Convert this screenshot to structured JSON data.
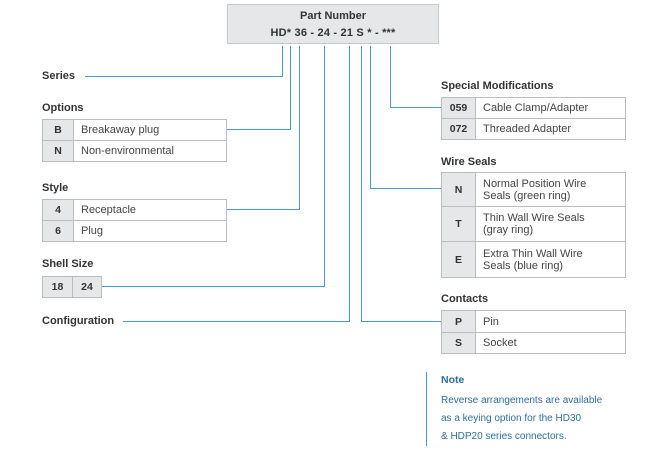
{
  "part_number": {
    "title": "Part Number",
    "code": "HD* 36 - 24 - 21 S * - ***"
  },
  "series": {
    "label": "Series"
  },
  "options": {
    "heading": "Options",
    "rows": [
      {
        "code": "B",
        "desc": "Breakaway plug"
      },
      {
        "code": "N",
        "desc": "Non-environmental"
      }
    ]
  },
  "style": {
    "heading": "Style",
    "rows": [
      {
        "code": "4",
        "desc": "Receptacle"
      },
      {
        "code": "6",
        "desc": "Plug"
      }
    ]
  },
  "shell_size": {
    "heading": "Shell Size",
    "values": [
      "18",
      "24"
    ]
  },
  "configuration": {
    "label": "Configuration"
  },
  "special_modifications": {
    "heading": "Special Modifications",
    "rows": [
      {
        "code": "059",
        "desc": "Cable Clamp/Adapter"
      },
      {
        "code": "072",
        "desc": "Threaded Adapter"
      }
    ]
  },
  "wire_seals": {
    "heading": "Wire Seals",
    "rows": [
      {
        "code": "N",
        "desc1": "Normal Position Wire",
        "desc2": "Seals (green ring)"
      },
      {
        "code": "T",
        "desc1": "Thin Wall Wire Seals",
        "desc2": "(gray ring)"
      },
      {
        "code": "E",
        "desc1": "Extra Thin Wall Wire",
        "desc2": "Seals (blue ring)"
      }
    ]
  },
  "contacts": {
    "heading": "Contacts",
    "rows": [
      {
        "code": "P",
        "desc": "Pin"
      },
      {
        "code": "S",
        "desc": "Socket"
      }
    ]
  },
  "note": {
    "title": "Note",
    "lines": [
      "Reverse arrangements are available",
      "as a keying option for the HD30",
      "& HDP20 series connectors."
    ]
  },
  "colors": {
    "line": "#4a9bc7",
    "code_bg": "#e6e7e8",
    "note": "#2e6f9e"
  }
}
